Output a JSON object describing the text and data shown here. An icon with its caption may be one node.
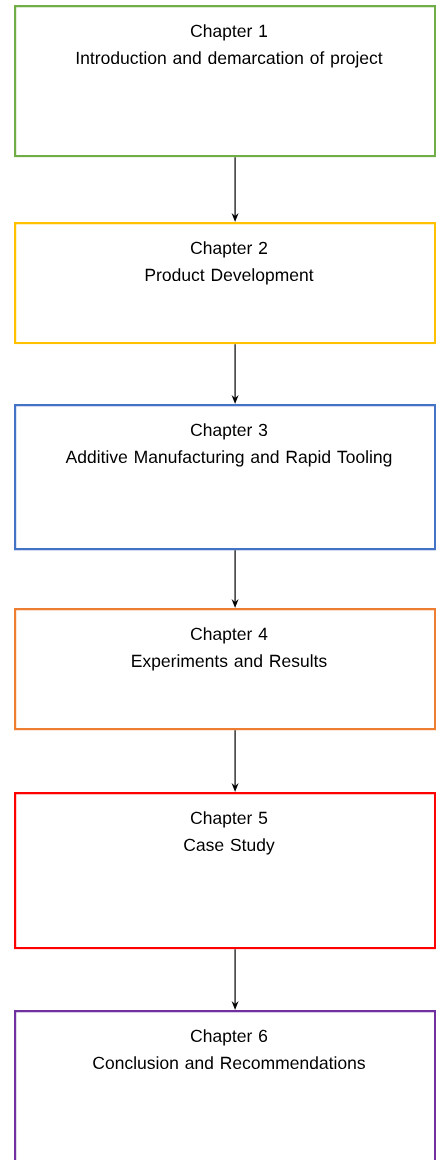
{
  "diagram": {
    "nodes": [
      {
        "text": [
          "Chapter 1",
          "Introduction and demarcation of project"
        ]
      },
      {
        "text": [
          "Chapter 2",
          "Product Development"
        ]
      },
      {
        "text": [
          "Chapter 3",
          "Additive Manufacturing and Rapid Tooling"
        ]
      },
      {
        "text": [
          "Chapter 4",
          "Experiments and Results"
        ]
      },
      {
        "text": [
          "Chapter 5",
          "Case Study"
        ]
      },
      {
        "text": [
          "Chapter 6",
          "Conclusion and Recommendations"
        ]
      }
    ],
    "edges": [
      {
        "from": 0,
        "to": 1,
        "arrow": "to"
      },
      {
        "from": 1,
        "to": 2,
        "arrow": "to"
      },
      {
        "from": 2,
        "to": 3,
        "arrow": "to"
      },
      {
        "from": 3,
        "to": 4,
        "arrow": "to"
      },
      {
        "from": 4,
        "to": 5,
        "arrow": "to"
      }
    ]
  }
}
